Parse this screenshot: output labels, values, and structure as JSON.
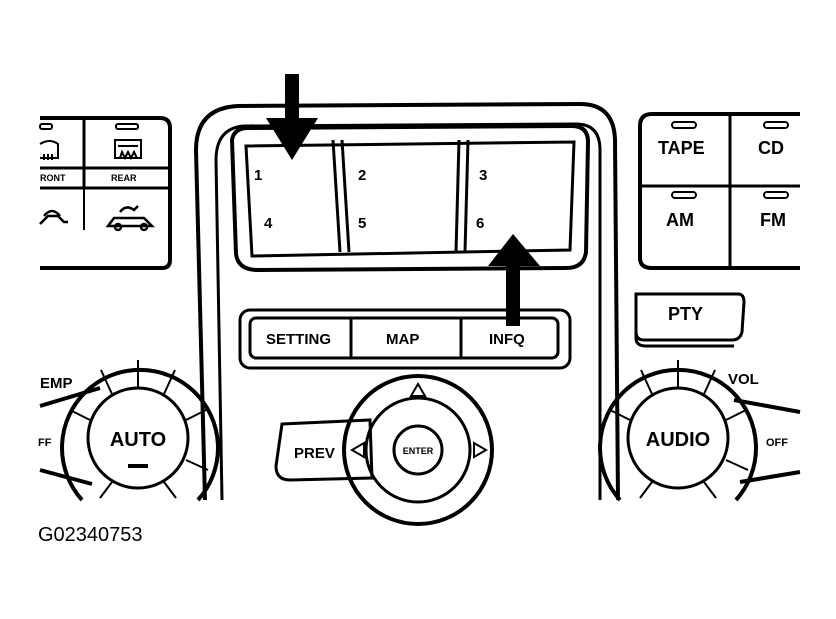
{
  "figure_code": "G02340753",
  "display": {
    "presets": [
      "1",
      "2",
      "3",
      "4",
      "5",
      "6"
    ]
  },
  "menu_buttons": {
    "setting": "SETTING",
    "map": "MAP",
    "info": "INFQ"
  },
  "left_cluster": {
    "front_label": "RONT",
    "rear_label": "REAR",
    "dial_label": "AUTO",
    "temp_label": "EMP",
    "off_label": "FF"
  },
  "right_cluster": {
    "tape_label": "TAPE",
    "cd_label": "CD",
    "am_label": "AM",
    "fm_label": "FM",
    "pty_label": "PTY",
    "dial_label": "AUDIO",
    "vol_label": "VOL",
    "off_label": "OFF"
  },
  "nav": {
    "prev_label": "PREV",
    "enter_label": "ENTER"
  },
  "icons": {
    "rear_defrost": "rear-defrost-icon",
    "front_defrost": "front-defrost-icon",
    "recirc_car": "recirculation-car-icon",
    "fresh_air_car": "fresh-air-car-icon"
  }
}
